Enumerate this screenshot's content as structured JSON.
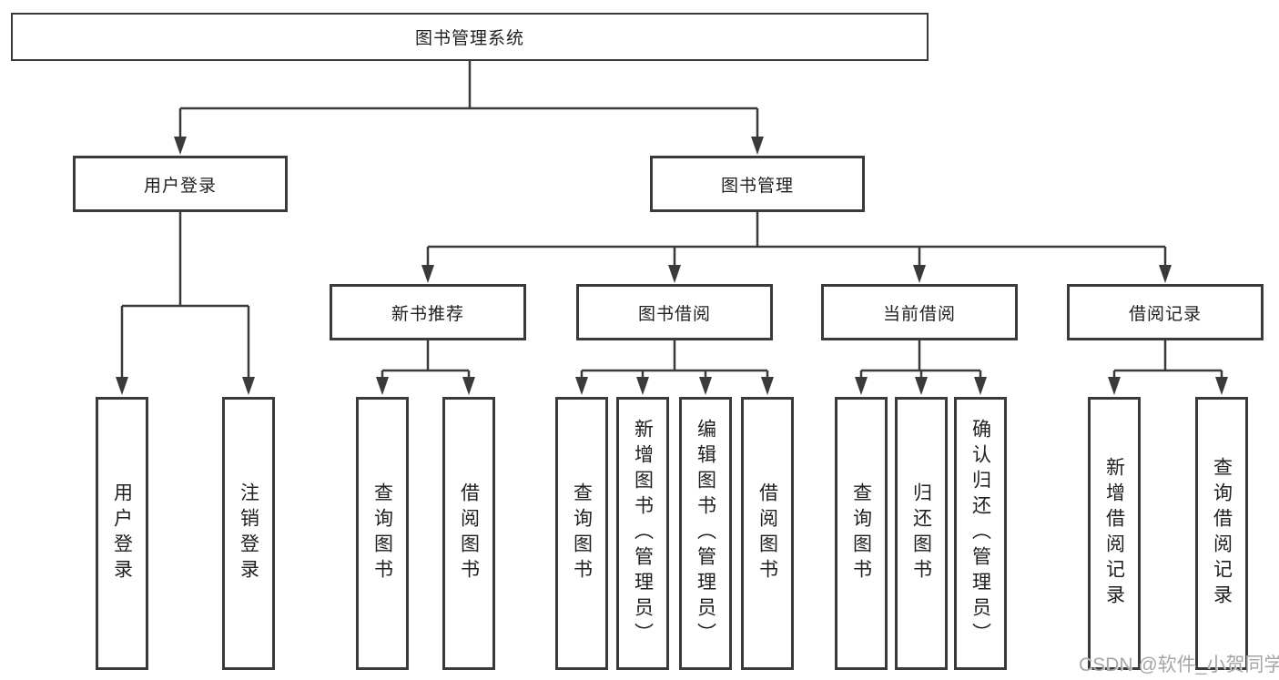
{
  "nodes": {
    "root": {
      "label": "图书管理系统"
    },
    "level2": [
      {
        "label": "用户登录"
      },
      {
        "label": "图书管理"
      }
    ],
    "level3": [
      {
        "label": "新书推荐"
      },
      {
        "label": "图书借阅"
      },
      {
        "label": "当前借阅"
      },
      {
        "label": "借阅记录"
      }
    ],
    "leaves": {
      "user_login": [
        {
          "label": "用户登录"
        },
        {
          "label": "注销登录"
        }
      ],
      "new_book": [
        {
          "label": "查询图书"
        },
        {
          "label": "借阅图书"
        }
      ],
      "book_borrow": [
        {
          "label": "查询图书"
        },
        {
          "label": "新增图书（管理员）"
        },
        {
          "label": "编辑图书（管理员）"
        },
        {
          "label": "借阅图书"
        }
      ],
      "current_borrow": [
        {
          "label": "查询图书"
        },
        {
          "label": "归还图书"
        },
        {
          "label": "确认归还（管理员）"
        }
      ],
      "borrow_records": [
        {
          "label": "新增借阅记录"
        },
        {
          "label": "查询借阅记录"
        }
      ]
    }
  },
  "watermark": {
    "text": "CSDN @软件_小贺同学"
  },
  "colors": {
    "line": "#3a3a3a",
    "box_border": "#3a3a3a",
    "text": "#1f1f1f",
    "background": "#ffffff",
    "watermark": "#a6a6a6"
  }
}
